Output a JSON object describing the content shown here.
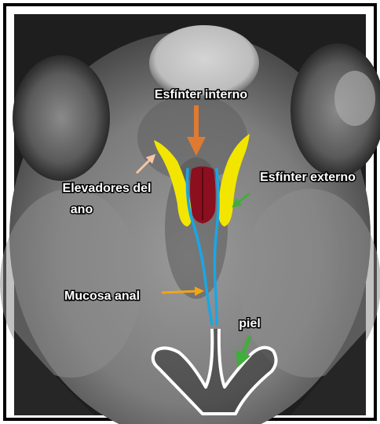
{
  "labels": {
    "internal_sphincter": "Esfínter interno",
    "external_sphincter": "Esfínter externo",
    "levator_line1": "Elevadores del",
    "levator_line2": "ano",
    "anal_mucosa": "Mucosa anal",
    "skin": "piel"
  },
  "colors": {
    "frame": "#000000",
    "mri_bg": "#6e6e6e",
    "internal_sphincter_fill": "#8b0f1e",
    "external_sphincter_fill": "#f2e600",
    "mucosa_line": "#1aa6e6",
    "skin_line": "#ffffff",
    "arrow_internal": "#e07a30",
    "arrow_external": "#3fae3a",
    "arrow_levator": "#f6c6a6",
    "arrow_mucosa": "#f2a516",
    "arrow_skin": "#3fae3a"
  }
}
